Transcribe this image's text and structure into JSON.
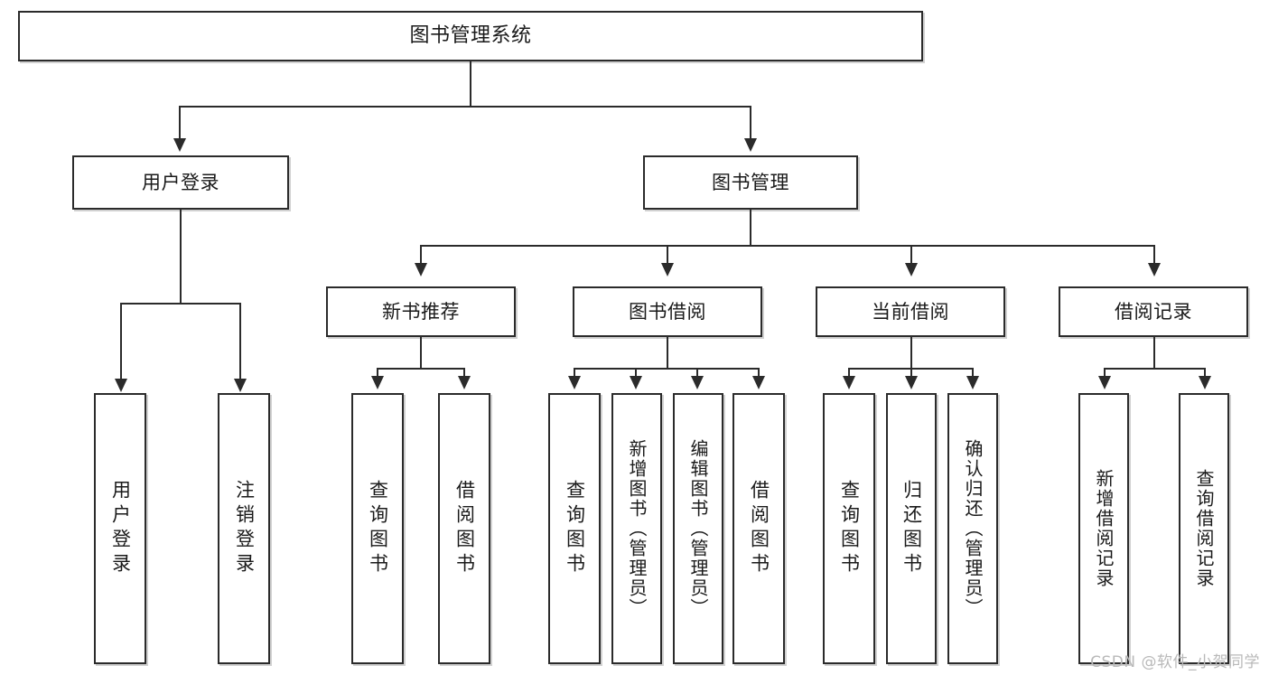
{
  "diagram": {
    "title": "图书管理系统",
    "watermark": "CSDN @软件_小贺同学",
    "nodes": {
      "root": {
        "label": "图书管理系统"
      },
      "level2": [
        {
          "id": "user-login",
          "label": "用户登录"
        },
        {
          "id": "book-manage",
          "label": "图书管理"
        }
      ],
      "level3": [
        {
          "id": "new-book-recommend",
          "label": "新书推荐"
        },
        {
          "id": "book-borrow",
          "label": "图书借阅"
        },
        {
          "id": "current-borrow",
          "label": "当前借阅"
        },
        {
          "id": "borrow-record",
          "label": "借阅记录"
        }
      ],
      "leaves": {
        "user_login": [
          {
            "id": "leaf-user-login",
            "label": "用户登录"
          },
          {
            "id": "leaf-user-logout",
            "label": "注销登录"
          }
        ],
        "new_book_recommend": [
          {
            "id": "leaf-query-book-1",
            "label": "查询图书"
          },
          {
            "id": "leaf-borrow-book-1",
            "label": "借阅图书"
          }
        ],
        "book_borrow": [
          {
            "id": "leaf-query-book-2",
            "label": "查询图书"
          },
          {
            "id": "leaf-add-book",
            "label": "新增图书（管理员）"
          },
          {
            "id": "leaf-edit-book",
            "label": "编辑图书（管理员）"
          },
          {
            "id": "leaf-borrow-book-2",
            "label": "借阅图书"
          }
        ],
        "current_borrow": [
          {
            "id": "leaf-query-book-3",
            "label": "查询图书"
          },
          {
            "id": "leaf-return-book",
            "label": "归还图书"
          },
          {
            "id": "leaf-confirm-return",
            "label": "确认归还（管理员）"
          }
        ],
        "borrow_record": [
          {
            "id": "leaf-add-record",
            "label": "新增借阅记录"
          },
          {
            "id": "leaf-query-record",
            "label": "查询借阅记录"
          }
        ]
      }
    },
    "colors": {
      "stroke": "#2b2b2b",
      "fill": "#ffffff",
      "text": "#1a1a1a",
      "watermark": "#b9b9b9"
    }
  }
}
